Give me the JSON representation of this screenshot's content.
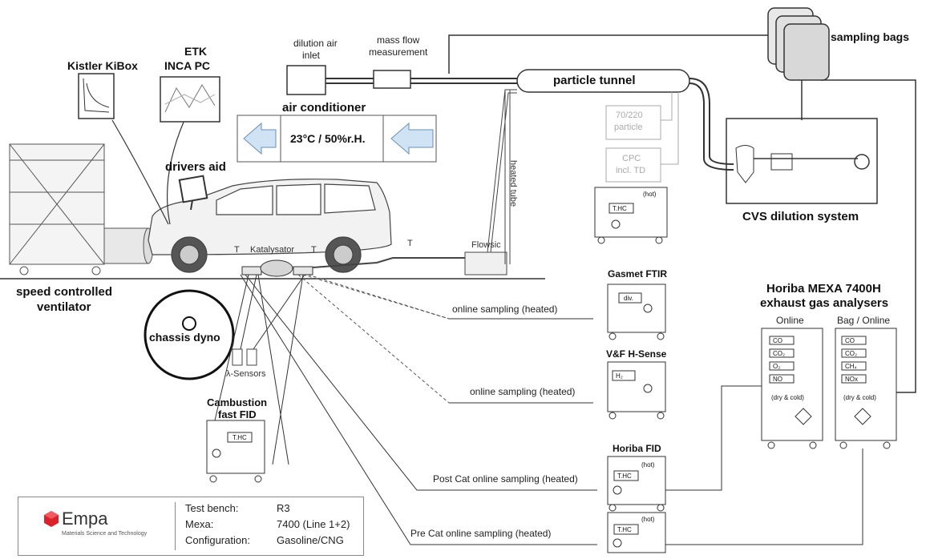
{
  "labels": {
    "kistler": "Kistler KiBox",
    "etk": "ETK",
    "inca": "INCA PC",
    "dilution_air": "dilution air",
    "inlet": "inlet",
    "mass_flow": "mass flow",
    "measurement": "measurement",
    "sampling_bags": "sampling bags",
    "particle_tunnel": "particle tunnel",
    "air_conditioner": "air conditioner",
    "ac_setting": "23°C / 50%r.H.",
    "drivers_aid": "drivers aid",
    "heated_tube": "heated tube",
    "particle_1": "70/220",
    "particle_2": "particle",
    "cpc_1": "CPC",
    "cpc_2": "incl. TD",
    "cvs": "CVS dilution system",
    "speed_1": "speed controlled",
    "speed_2": "ventilator",
    "katalysator": "Katalysator",
    "t1": "T",
    "t2": "T",
    "t3": "T",
    "flowsic": "Flowsic",
    "chassis_dyno": "chassis dyno",
    "lambda": "λ-Sensors",
    "cambustion_1": "Cambustion",
    "cambustion_2": "fast FID",
    "gasmet": "Gasmet FTIR",
    "vf": "V&F H-Sense",
    "horiba_fid": "Horiba FID",
    "mexa_1": "Horiba MEXA 7400H",
    "mexa_2": "exhaust gas analysers",
    "online": "Online",
    "bag_online": "Bag / Online",
    "sampling_1": "online sampling (heated)",
    "sampling_2": "online sampling (heated)",
    "post_cat": "Post Cat online sampling (heated)",
    "pre_cat": "Pre Cat online sampling (heated)",
    "thc_1": "T.HC",
    "thc_2": "T.HC",
    "thc_3": "T.HC",
    "thc_4": "T.HC",
    "hot_1": "(hot)",
    "hot_2": "(hot)",
    "hot_3": "(hot)",
    "div": "div.",
    "h2": "H₂",
    "gas_online": [
      "CO",
      "CO₂",
      "O₂",
      "NO"
    ],
    "gas_bag": [
      "CO",
      "CO₂",
      "CH₄",
      "NOx"
    ],
    "dry_cold_1": "(dry & cold)",
    "dry_cold_2": "(dry & cold)"
  },
  "info": {
    "logo_name": "Empa",
    "logo_sub": "Materials Science and Technology",
    "rows": [
      {
        "key": "Test bench:",
        "value": "R3"
      },
      {
        "key": "Mexa:",
        "value": "7400 (Line 1+2)"
      },
      {
        "key": "Configuration:",
        "value": "Gasoline/CNG"
      }
    ]
  },
  "colors": {
    "brand": "#d8232a",
    "arrow_fill": "#cfe3f5",
    "line": "#222222",
    "grey": "#aaaaaa"
  }
}
